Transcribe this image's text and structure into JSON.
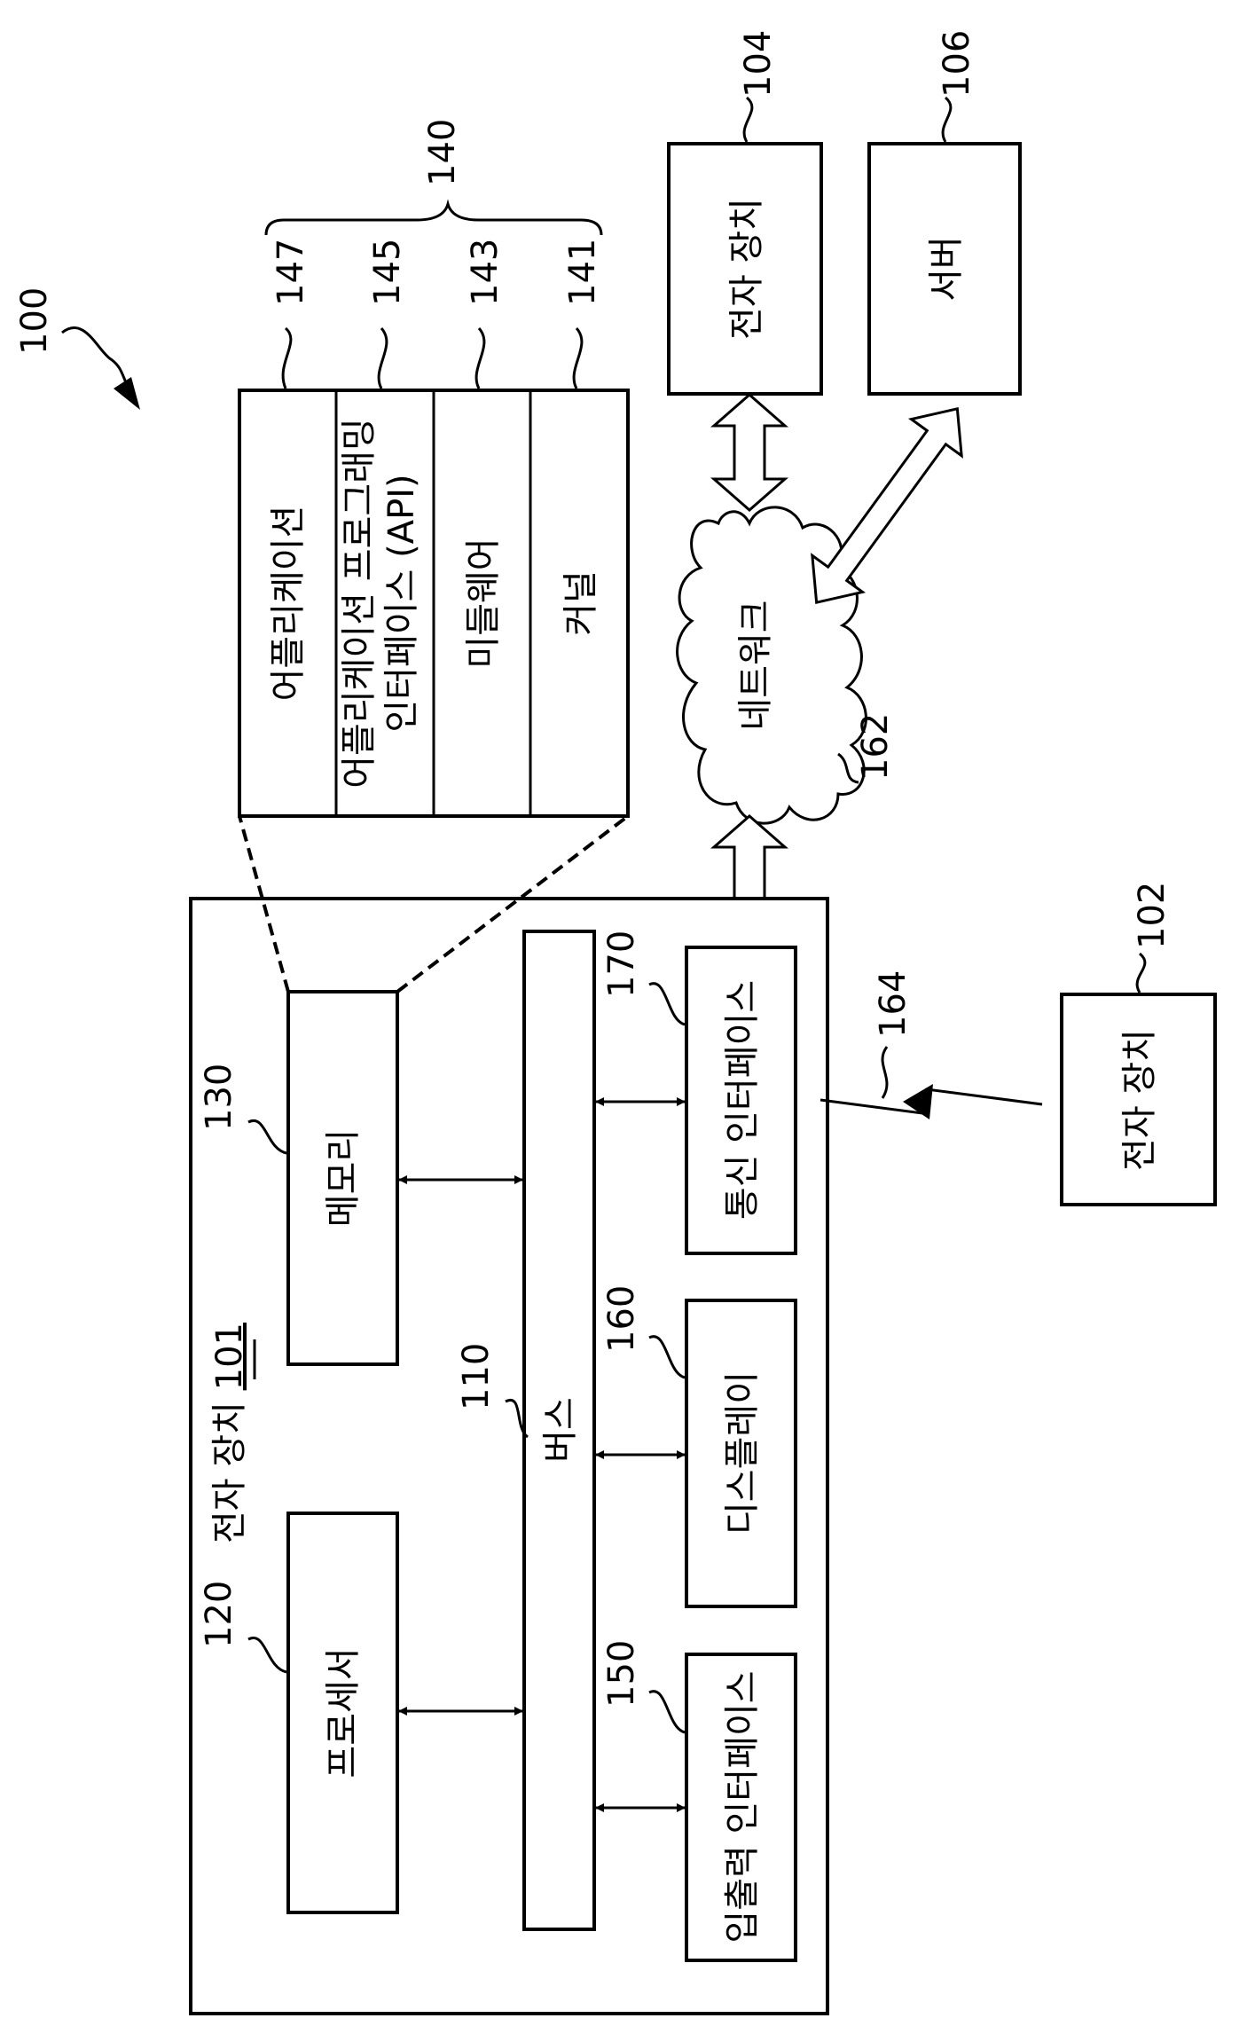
{
  "figure": {
    "ref_system": "100",
    "ref_group": "140",
    "device_101": {
      "label": "전자 장치",
      "ref": "101"
    },
    "software_stack": {
      "application": {
        "ref": "147",
        "label": "어플리케이션"
      },
      "api": {
        "ref": "145",
        "label_line1": "어플리케이션 프로그래밍",
        "label_line2": "인터페이스 (API)"
      },
      "middleware": {
        "ref": "143",
        "label": "미들웨어"
      },
      "kernel": {
        "ref": "141",
        "label": "커널"
      }
    },
    "device_104": {
      "ref": "104",
      "label": "전자 장치"
    },
    "server_106": {
      "ref": "106",
      "label": "서버"
    },
    "network": {
      "ref": "162",
      "label": "네트워크"
    },
    "link_164": {
      "ref": "164"
    },
    "device_102": {
      "ref": "102",
      "label": "전자 장치"
    },
    "memory": {
      "ref": "130",
      "label": "메모리"
    },
    "processor": {
      "ref": "120",
      "label": "프로세서"
    },
    "bus": {
      "ref": "110",
      "label": "버스"
    },
    "comm_interface": {
      "ref": "170",
      "label": "통신 인터페이스"
    },
    "display": {
      "ref": "160",
      "label": "디스플레이"
    },
    "io_interface": {
      "ref": "150",
      "label": "입출력 인터페이스"
    }
  }
}
